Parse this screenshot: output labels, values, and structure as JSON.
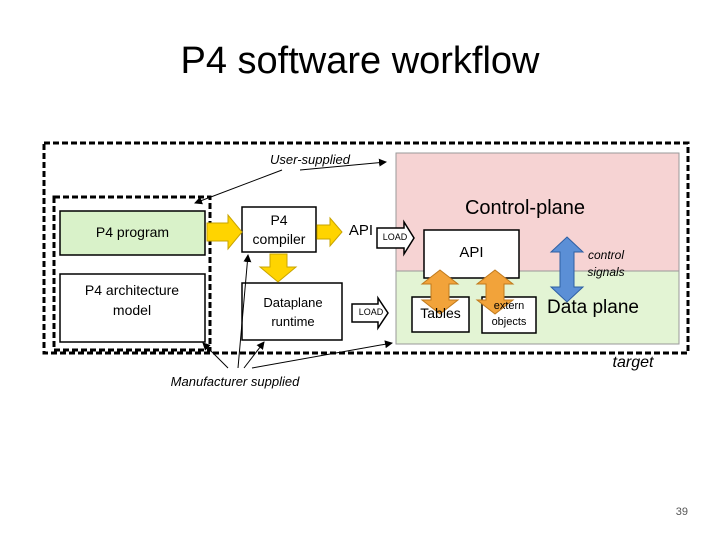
{
  "title": "P4 software workflow",
  "labels": {
    "user_supplied": "User-supplied",
    "manufacturer_supplied": "Manufacturer supplied",
    "p4_program": "P4 program",
    "p4_architecture_model": "P4 architecture model",
    "p4_compiler": "P4 compiler",
    "dataplane_runtime": "Dataplane runtime",
    "api_left": "API",
    "load_top": "LOAD",
    "load_bottom": "LOAD",
    "control_plane": "Control-plane",
    "api_right": "API",
    "control_signals": "control signals",
    "tables": "Tables",
    "extern_objects": "extern objects",
    "data_plane": "Data plane",
    "target": "target"
  },
  "slide_number": "39",
  "colors": {
    "p4_program_fill": "#d9f2c9",
    "control_plane_fill": "#f6d3d3",
    "data_plane_fill": "#e3f4d4",
    "yellow_arrow": "#ffd400",
    "orange_arrow": "#f2a33a",
    "blue_arrow": "#5b8fd6"
  }
}
